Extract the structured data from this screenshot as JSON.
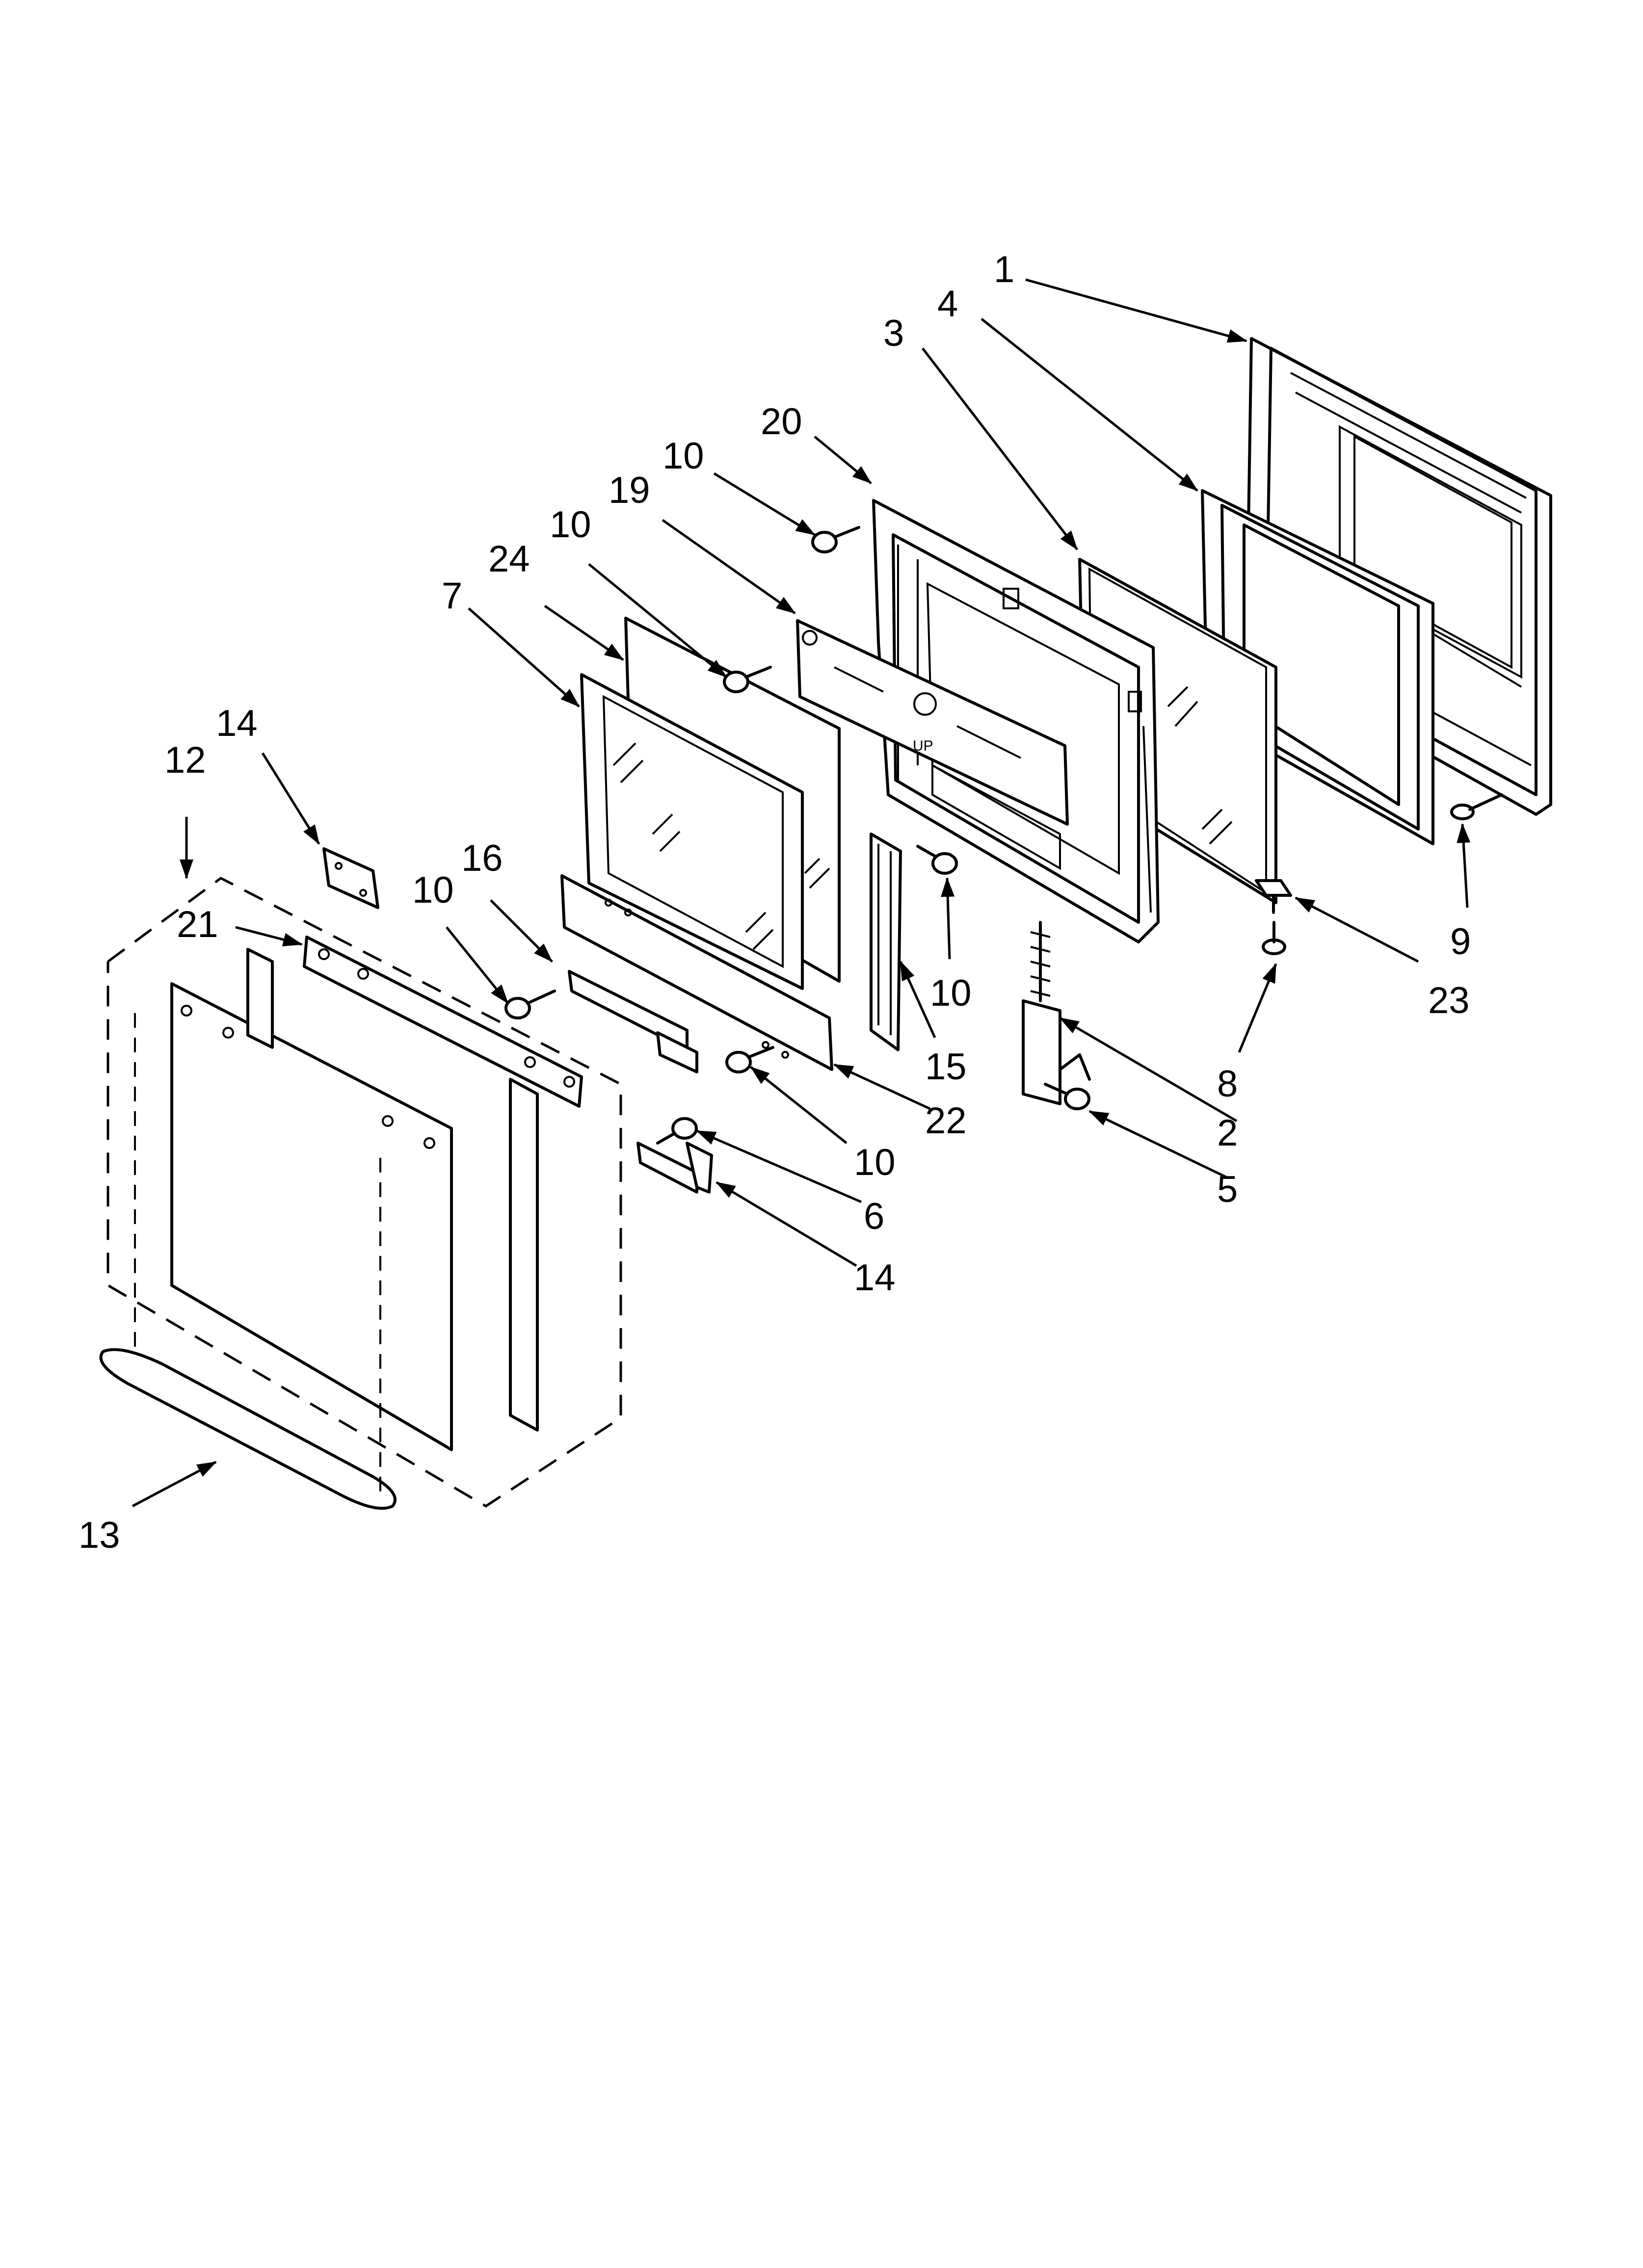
{
  "diagram": {
    "callouts": [
      {
        "id": "c1",
        "text": "1"
      },
      {
        "id": "c4",
        "text": "4"
      },
      {
        "id": "c3",
        "text": "3"
      },
      {
        "id": "c20",
        "text": "20"
      },
      {
        "id": "c10a",
        "text": "10"
      },
      {
        "id": "c19",
        "text": "19"
      },
      {
        "id": "c10b",
        "text": "10"
      },
      {
        "id": "c24",
        "text": "24"
      },
      {
        "id": "c7",
        "text": "7"
      },
      {
        "id": "c14a",
        "text": "14"
      },
      {
        "id": "c12",
        "text": "12"
      },
      {
        "id": "c16",
        "text": "16"
      },
      {
        "id": "c10c",
        "text": "10"
      },
      {
        "id": "c21",
        "text": "21"
      },
      {
        "id": "c10d",
        "text": "10"
      },
      {
        "id": "c15",
        "text": "15"
      },
      {
        "id": "c22",
        "text": "22"
      },
      {
        "id": "c10e",
        "text": "10"
      },
      {
        "id": "c6",
        "text": "6"
      },
      {
        "id": "c14b",
        "text": "14"
      },
      {
        "id": "c9",
        "text": "9"
      },
      {
        "id": "c23",
        "text": "23"
      },
      {
        "id": "c8",
        "text": "8"
      },
      {
        "id": "c2",
        "text": "2"
      },
      {
        "id": "c5",
        "text": "5"
      },
      {
        "id": "c13",
        "text": "13"
      }
    ],
    "panel_stamp": "UP"
  }
}
